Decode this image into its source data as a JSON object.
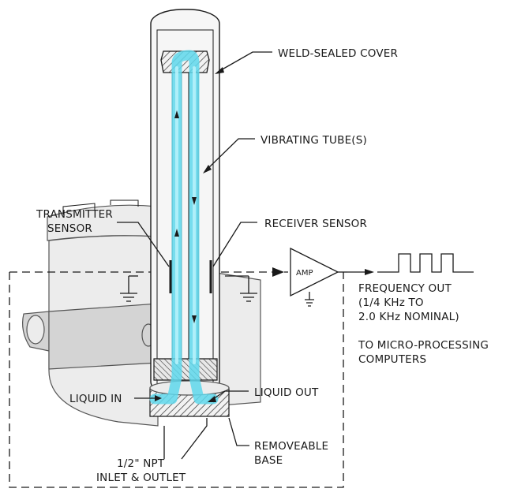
{
  "labels": {
    "weld_sealed_cover": "WELD-SEALED COVER",
    "vibrating_tubes": "VIBRATING TUBE(S)",
    "transmitter_line1": "TRANSMITTER",
    "transmitter_line2": "SENSOR",
    "receiver_sensor": "RECEIVER SENSOR",
    "amp": "AMP",
    "frequency_line1": "FREQUENCY OUT",
    "frequency_line2": "(1/4 KHz TO",
    "frequency_line3": "2.0 KHz NOMINAL)",
    "micro_line1": "TO MICRO-PROCESSING",
    "micro_line2": "COMPUTERS",
    "liquid_in": "LIQUID IN",
    "liquid_out": "LIQUID OUT",
    "npt_line1": "1/2\" NPT",
    "npt_line2": "INLET & OUTLET",
    "base_line1": "REMOVEABLE",
    "base_line2": "BASE"
  },
  "colors": {
    "flow": "#5fd8ec",
    "line": "#1a1a1a",
    "housing": "#ececec"
  }
}
